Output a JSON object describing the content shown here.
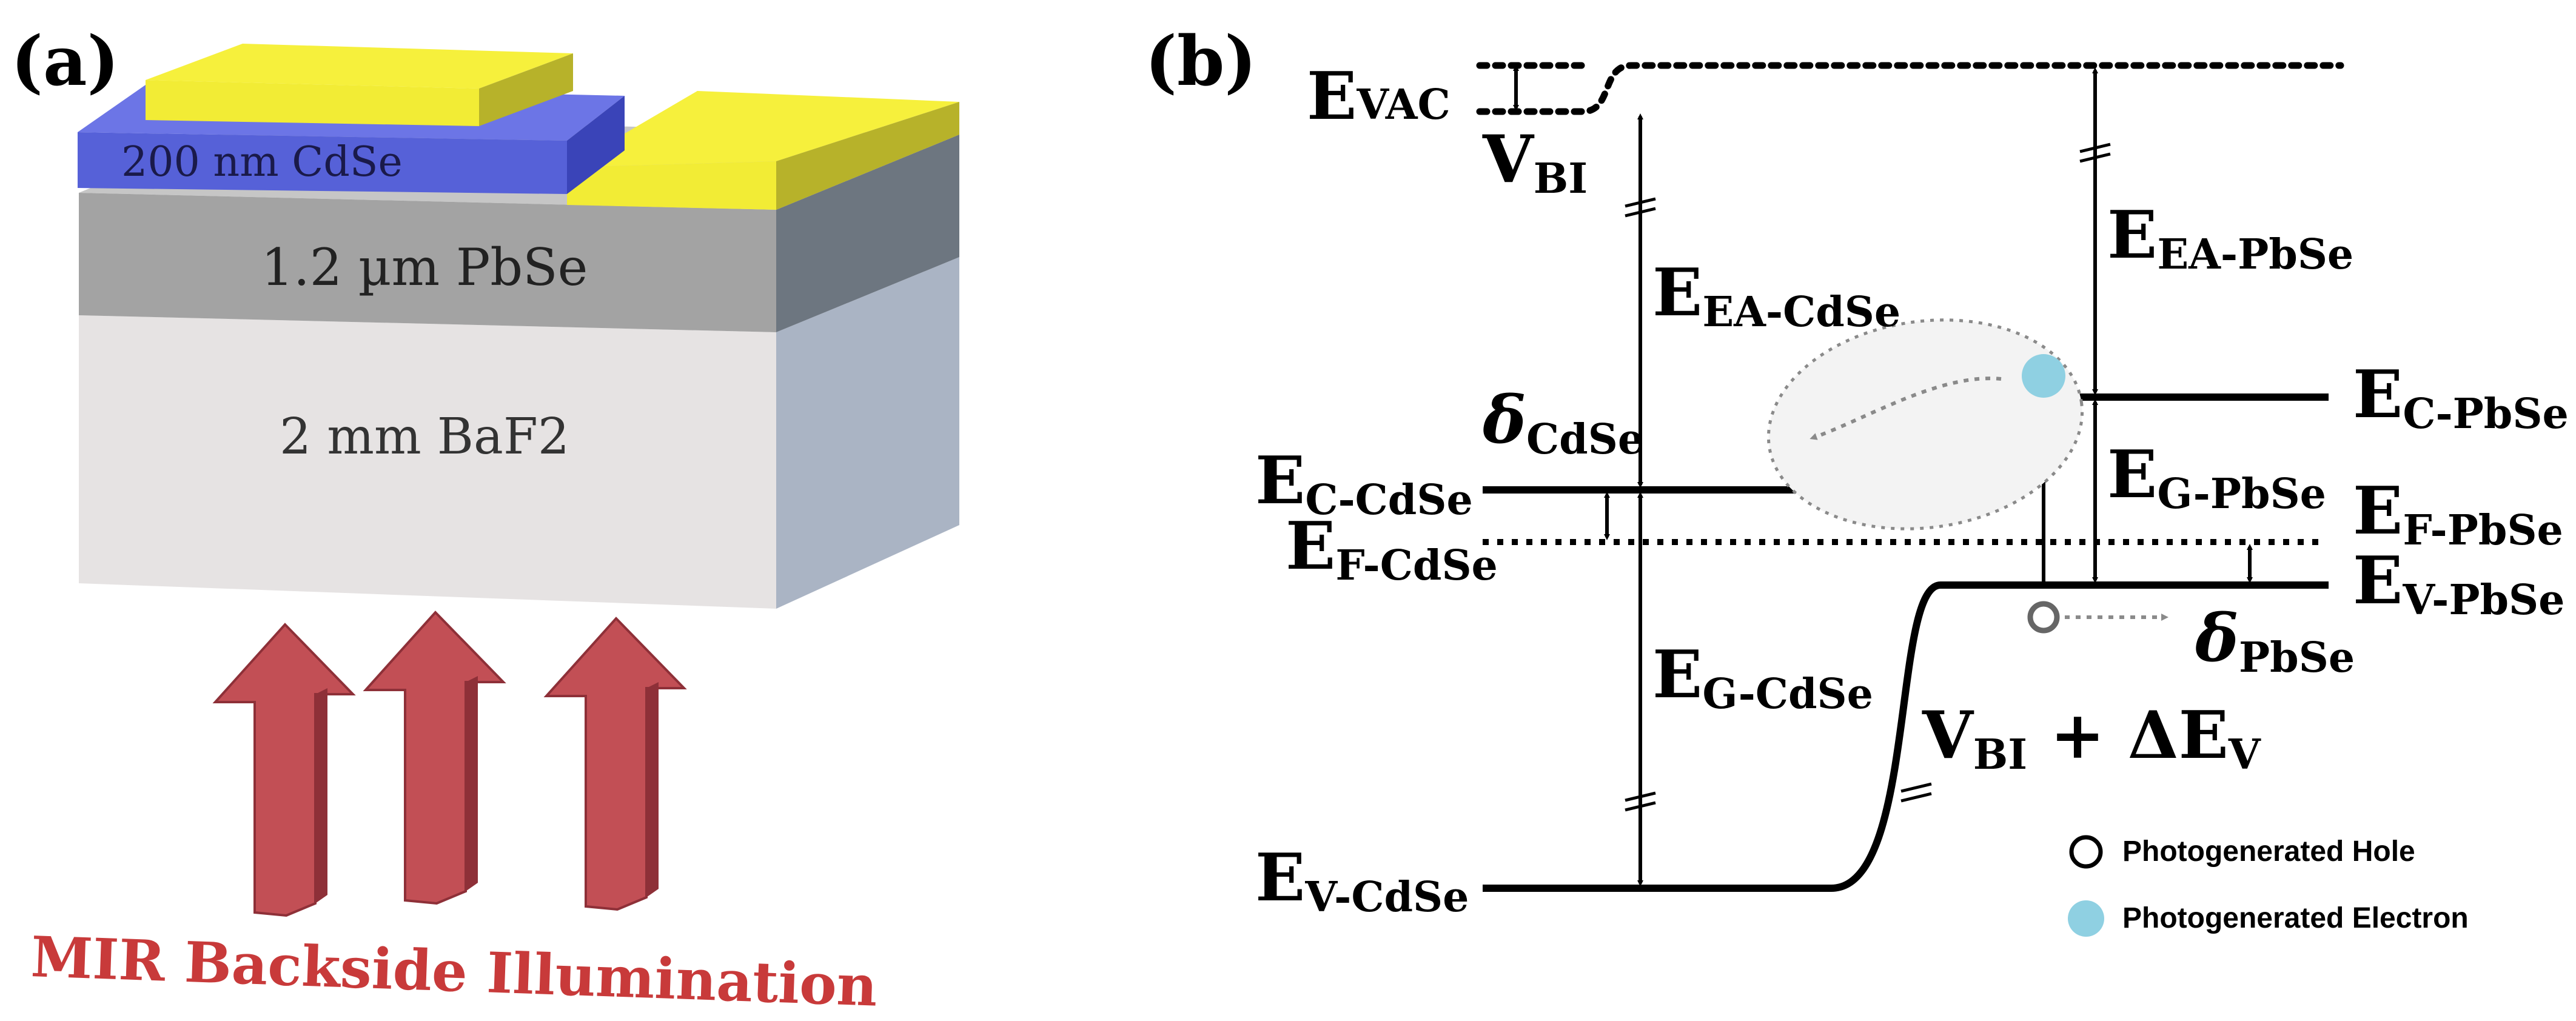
{
  "panel_a": {
    "label": "(a)",
    "layers": {
      "cdse": "200 nm CdSe",
      "pbse": "1.2 µm PbSe",
      "baf2": "2 mm BaF2"
    },
    "illumination": "MIR Backside Illumination",
    "colors": {
      "gold": "#f2ec35",
      "cdse": "#5661d8",
      "pbse": "#a3a3a3",
      "baf2": "#e6e3e3",
      "arrow": "#c24f55"
    }
  },
  "panel_b": {
    "label": "(b)",
    "levels": {
      "e_vac": {
        "main": "E",
        "sub": "VAC"
      },
      "e_c_cdse": {
        "main": "E",
        "sub": "C-CdSe"
      },
      "e_f_cdse": {
        "main": "E",
        "sub": "F-CdSe"
      },
      "e_v_cdse": {
        "main": "E",
        "sub": "V-CdSe"
      },
      "e_c_pbse": {
        "main": "E",
        "sub": "C-PbSe"
      },
      "e_f_pbse": {
        "main": "E",
        "sub": "F-PbSe"
      },
      "e_v_pbse": {
        "main": "E",
        "sub": "V-PbSe"
      }
    },
    "gaps": {
      "v_bi": {
        "main": "V",
        "sub": "BI"
      },
      "e_ea_cdse": {
        "main": "E",
        "sub": "EA-CdSe"
      },
      "e_g_cdse": {
        "main": "E",
        "sub": "G-CdSe"
      },
      "e_ea_pbse": {
        "main": "E",
        "sub": "EA-PbSe"
      },
      "e_g_pbse": {
        "main": "E",
        "sub": "G-PbSe"
      },
      "delta_cdse": {
        "main": "δ",
        "sub": "CdSe"
      },
      "delta_pbse": {
        "main": "δ",
        "sub": "PbSe"
      },
      "vbi_dev": {
        "main": "V",
        "sub": "BI",
        "tail": " + ΔE",
        "tail_sub": "V"
      }
    },
    "legend": {
      "hole": "Photogenerated Hole",
      "electron": "Photogenerated Electron"
    },
    "colors": {
      "electron": "#8fd0e2",
      "ink": "#000000",
      "dotted_gray": "#8a8a8a"
    }
  }
}
